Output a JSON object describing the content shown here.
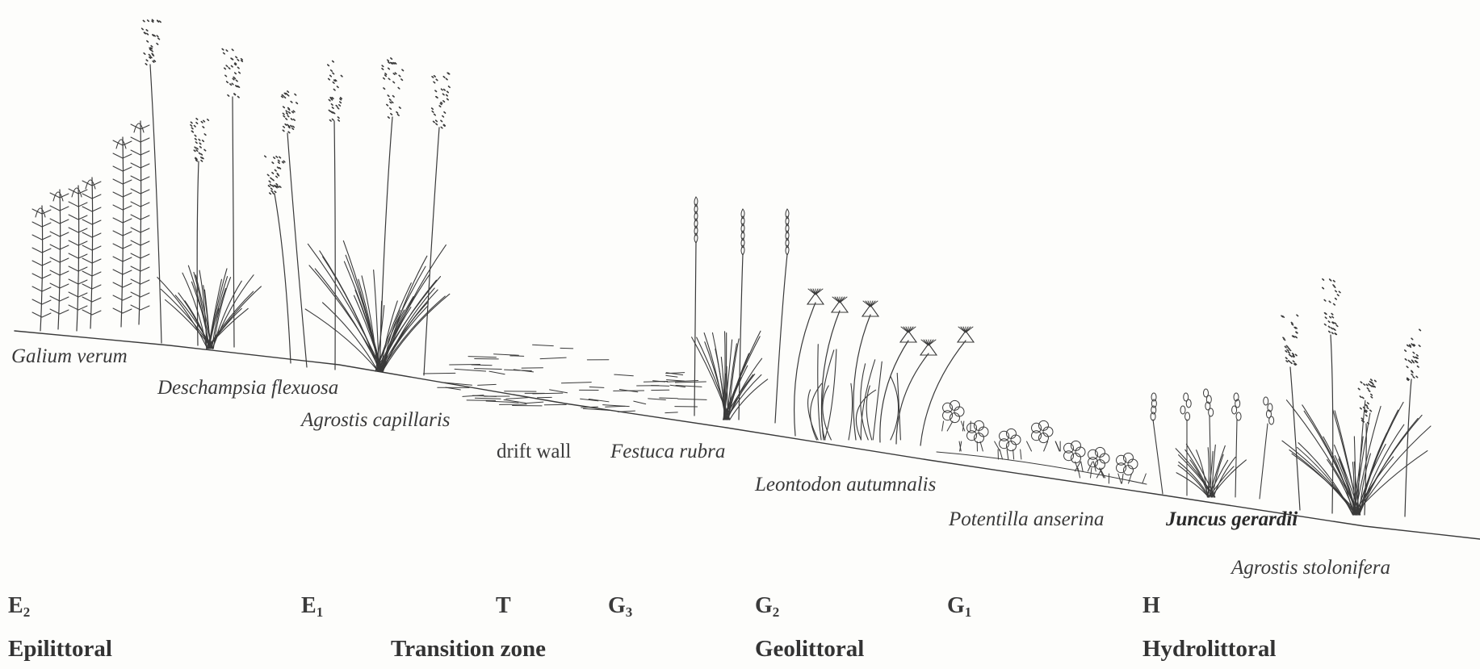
{
  "species_labels": {
    "galium": "Galium verum",
    "deschampsia": "Deschampsia flexuosa",
    "agrostis_cap": "Agrostis capillaris",
    "drift": "drift wall",
    "festuca": "Festuca rubra",
    "leontodon": "Leontodon autumnalis",
    "potentilla": "Potentilla anserina",
    "juncus": "Juncus gerardii",
    "agrostis_stol": "Agrostis stolonifera"
  },
  "zone_codes": {
    "e2": {
      "letter": "E",
      "sub": "2"
    },
    "e1": {
      "letter": "E",
      "sub": "1"
    },
    "t": {
      "letter": "T",
      "sub": ""
    },
    "g3": {
      "letter": "G",
      "sub": "3"
    },
    "g2": {
      "letter": "G",
      "sub": "2"
    },
    "g1": {
      "letter": "G",
      "sub": "1"
    },
    "h": {
      "letter": "H",
      "sub": ""
    }
  },
  "zone_names": {
    "epilittoral": "Epilittoral",
    "transition": "Transition zone",
    "geolittoral": "Geolittoral",
    "hydrolittoral": "Hydrolittoral"
  },
  "colors": {
    "ink": "#3a3a3a",
    "paper": "#fdfdfb"
  }
}
